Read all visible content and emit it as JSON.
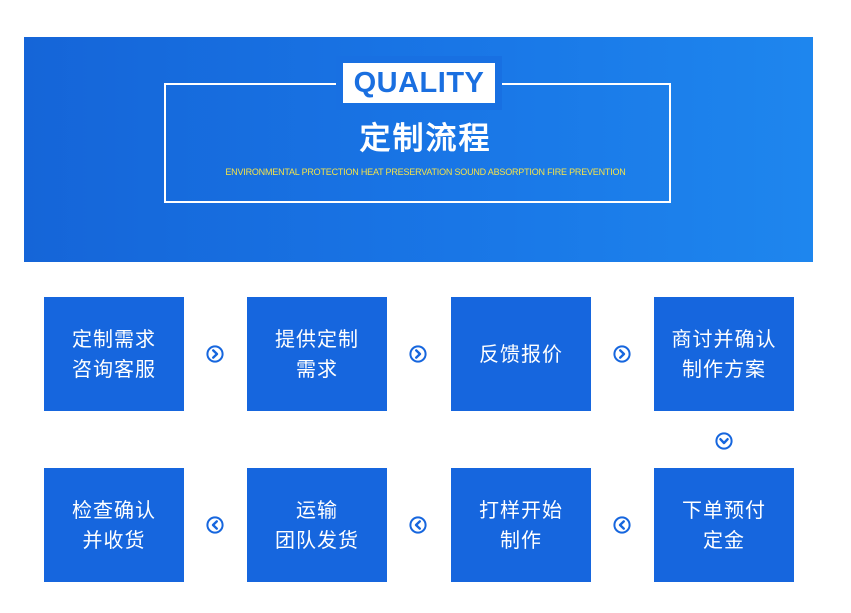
{
  "header": {
    "badge": "QUALITY",
    "title": "定制流程",
    "subtitle": "ENVIRONMENTAL PROTECTION HEAT PRESERVATION SOUND ABSORPTION FIRE PREVENTION"
  },
  "colors": {
    "primary": "#1666de",
    "accent_text": "#f4e34a",
    "background": "#ffffff"
  },
  "steps": [
    {
      "label": "定制需求\n咨询客服"
    },
    {
      "label": "提供定制\n需求"
    },
    {
      "label": "反馈报价"
    },
    {
      "label": "商讨并确认\n制作方案"
    },
    {
      "label": "下单预付\n定金"
    },
    {
      "label": "打样开始\n制作"
    },
    {
      "label": "运输\n团队发货"
    },
    {
      "label": "检查确认\n并收货"
    }
  ],
  "arrows": [
    "chevron-right-icon",
    "chevron-down-icon",
    "chevron-left-icon"
  ]
}
